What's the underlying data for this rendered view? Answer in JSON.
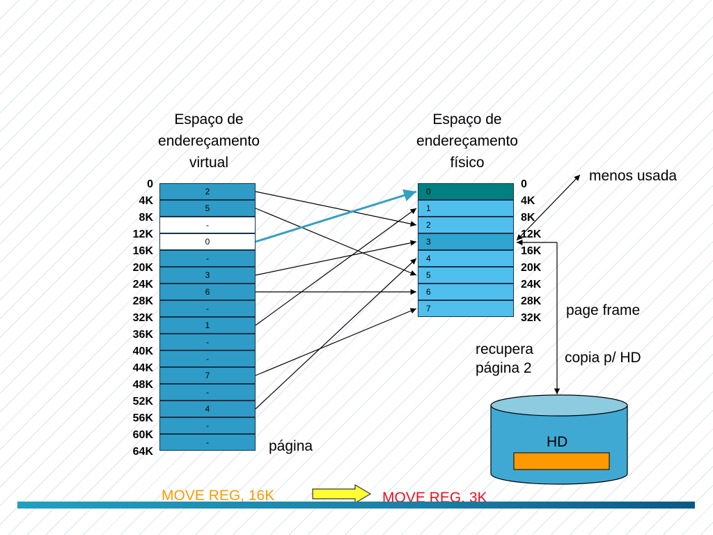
{
  "titles": {
    "virtual": [
      "Espaço de",
      "endereçamento",
      "virtual"
    ],
    "physical": [
      "Espaço de",
      "endereçamento",
      "físico"
    ]
  },
  "virtual": {
    "addresses": [
      "0",
      "4K",
      "8K",
      "12K",
      "16K",
      "20K",
      "24K",
      "28K",
      "32K",
      "36K",
      "40K",
      "44K",
      "48K",
      "52K",
      "56K",
      "60K",
      "64K"
    ],
    "entries": [
      "2",
      "5",
      "-",
      "0",
      "-",
      "3",
      "6",
      "-",
      "1",
      "-",
      "-",
      "7",
      "-",
      "4",
      "-",
      "-"
    ],
    "fill": [
      "blue",
      "blue",
      "white",
      "white",
      "blue",
      "blue",
      "blue",
      "blue",
      "blue",
      "blue",
      "blue",
      "blue",
      "blue",
      "blue",
      "blue",
      "blue"
    ]
  },
  "physical": {
    "addresses": [
      "0",
      "4K",
      "8K",
      "12K",
      "16K",
      "20K",
      "24K",
      "28K",
      "32K"
    ],
    "frames": [
      "0",
      "1",
      "2",
      "3",
      "4",
      "5",
      "6",
      "7"
    ],
    "fill": [
      "dark",
      "light",
      "light",
      "mid",
      "light",
      "light",
      "light",
      "light"
    ]
  },
  "mappings": [
    {
      "virtual": 0,
      "frame": 2
    },
    {
      "virtual": 1,
      "frame": 5
    },
    {
      "virtual": 5,
      "frame": 3
    },
    {
      "virtual": 6,
      "frame": 6
    },
    {
      "virtual": 8,
      "frame": 1
    },
    {
      "virtual": 11,
      "frame": 7
    },
    {
      "virtual": 13,
      "frame": 4
    }
  ],
  "highlight_mapping": {
    "virtual": 3,
    "frame": 0
  },
  "labels": {
    "menos_usada": "menos usada",
    "page_frame": "page frame",
    "copia": "copia p/ HD",
    "recupera": [
      "recupera",
      "página 2"
    ],
    "hd": "HD",
    "pagina": "página",
    "move_left": "MOVE REG, 16K",
    "move_right": "MOVE REG, 3K"
  },
  "colors": {
    "virtual_blue": "#2e9cc6",
    "virtual_white": "#ffffff",
    "frame_dark": "#008080",
    "frame_mid": "#2fa5cf",
    "frame_light": "#4fbfee",
    "highlight_arrow": "#33a0c0",
    "hd_body": "#3fa9d3",
    "hd_top": "#8ccbe0",
    "hd_block": "#ff9900",
    "move_text": "#e8101f",
    "move_arrow": "#ffff33",
    "bottom_bar": "#1a86ad"
  }
}
